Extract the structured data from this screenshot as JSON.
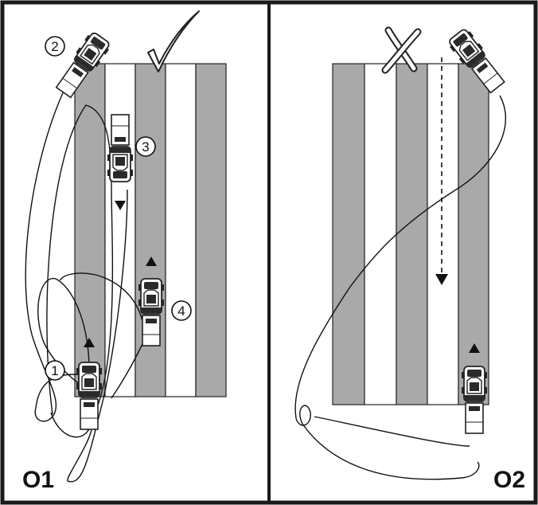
{
  "panels": {
    "left": {
      "label": "O1",
      "verdict_icon": "checkmark-icon",
      "steps": [
        "1",
        "2",
        "3",
        "4"
      ]
    },
    "right": {
      "label": "O2",
      "verdict_icon": "cross-mark-icon"
    }
  },
  "colors": {
    "frame": "#1a1a1a",
    "stripe_dark": "#a9a9a9",
    "stripe_light": "#ffffff",
    "ink": "#111111",
    "vehicle_fill": "#ffffff",
    "vehicle_dark": "#2a2a2a"
  }
}
